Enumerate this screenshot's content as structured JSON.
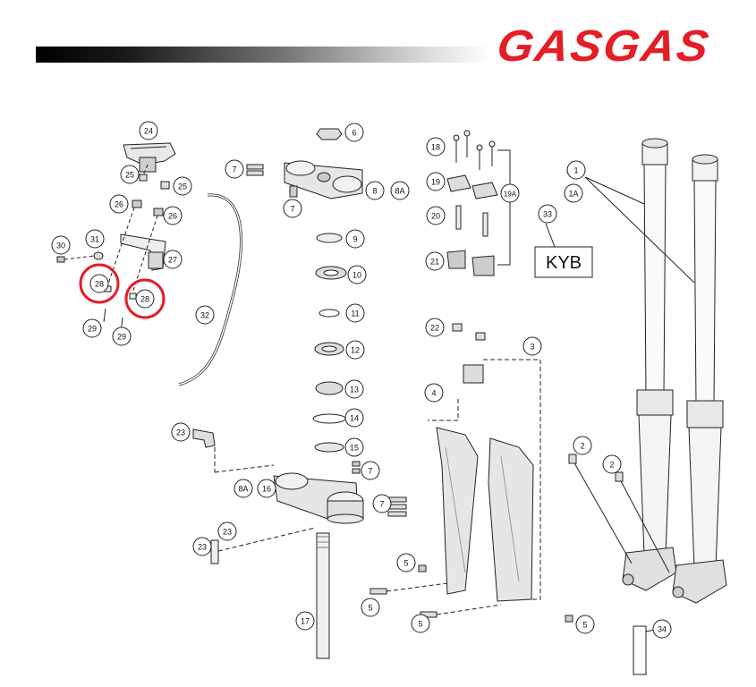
{
  "brand": {
    "logo_text": "GASGAS",
    "color": "#e41e26"
  },
  "kyb_label": "KYB",
  "highlight_color": "#e41e26",
  "callouts": [
    {
      "label": "24",
      "highlighted": false
    },
    {
      "label": "25",
      "highlighted": false
    },
    {
      "label": "25",
      "highlighted": false
    },
    {
      "label": "26",
      "highlighted": false
    },
    {
      "label": "26",
      "highlighted": false
    },
    {
      "label": "31",
      "highlighted": false
    },
    {
      "label": "30",
      "highlighted": false
    },
    {
      "label": "27",
      "highlighted": false
    },
    {
      "label": "28",
      "highlighted": true
    },
    {
      "label": "28",
      "highlighted": true
    },
    {
      "label": "29",
      "highlighted": false
    },
    {
      "label": "29",
      "highlighted": false
    },
    {
      "label": "32",
      "highlighted": false
    },
    {
      "label": "7",
      "highlighted": false
    },
    {
      "label": "7",
      "highlighted": false
    },
    {
      "label": "6",
      "highlighted": false
    },
    {
      "label": "8",
      "highlighted": false
    },
    {
      "label": "8A",
      "highlighted": false
    },
    {
      "label": "9",
      "highlighted": false
    },
    {
      "label": "10",
      "highlighted": false
    },
    {
      "label": "11",
      "highlighted": false
    },
    {
      "label": "12",
      "highlighted": false
    },
    {
      "label": "13",
      "highlighted": false
    },
    {
      "label": "14",
      "highlighted": false
    },
    {
      "label": "15",
      "highlighted": false
    },
    {
      "label": "7",
      "highlighted": false
    },
    {
      "label": "7",
      "highlighted": false
    },
    {
      "label": "23",
      "highlighted": false
    },
    {
      "label": "8A",
      "highlighted": false
    },
    {
      "label": "16",
      "highlighted": false
    },
    {
      "label": "23",
      "highlighted": false
    },
    {
      "label": "23",
      "highlighted": false
    },
    {
      "label": "17",
      "highlighted": false
    },
    {
      "label": "18",
      "highlighted": false
    },
    {
      "label": "19",
      "highlighted": false
    },
    {
      "label": "19A",
      "highlighted": false
    },
    {
      "label": "20",
      "highlighted": false
    },
    {
      "label": "21",
      "highlighted": false
    },
    {
      "label": "33",
      "highlighted": false
    },
    {
      "label": "22",
      "highlighted": false
    },
    {
      "label": "3",
      "highlighted": false
    },
    {
      "label": "4",
      "highlighted": false
    },
    {
      "label": "5",
      "highlighted": false
    },
    {
      "label": "5",
      "highlighted": false
    },
    {
      "label": "5",
      "highlighted": false
    },
    {
      "label": "5",
      "highlighted": false
    },
    {
      "label": "1",
      "highlighted": false
    },
    {
      "label": "1A",
      "highlighted": false
    },
    {
      "label": "2",
      "highlighted": false
    },
    {
      "label": "2",
      "highlighted": false
    },
    {
      "label": "34",
      "highlighted": false
    }
  ]
}
